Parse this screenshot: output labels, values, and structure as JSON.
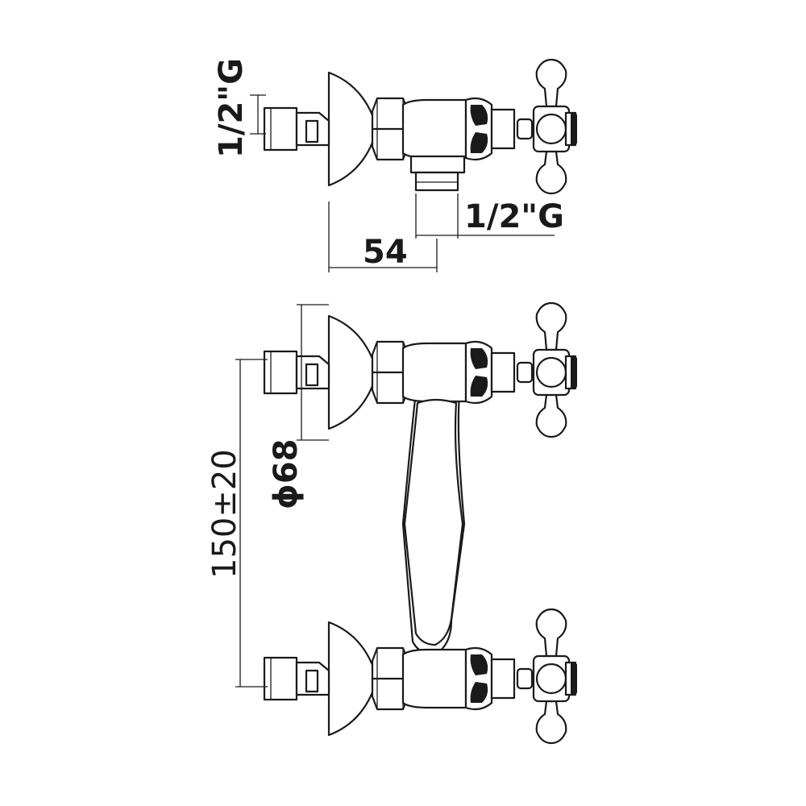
{
  "dimensions": {
    "top_inlet_thread": "1/2\"G",
    "outlet_thread": "1/2\"G",
    "projection": "54",
    "flange_diameter": "ϕ68",
    "centre_distance": "150±20"
  }
}
